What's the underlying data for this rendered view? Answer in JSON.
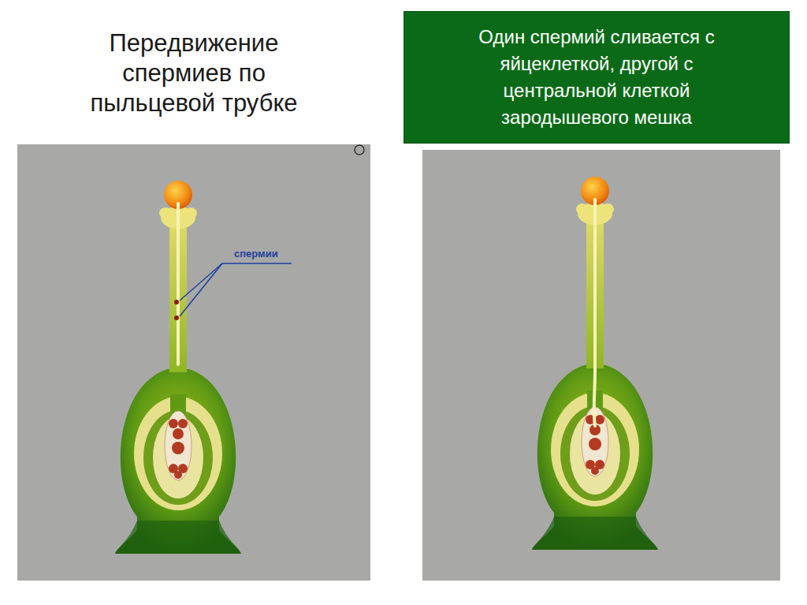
{
  "diagram": {
    "title": "Передвижение спермиев по пыльцевой трубке",
    "nodes": [
      {
        "text": [
          "Один спермий сливается с яйцеклеткой, другой с центральной клеткой зародышевого мешка"
        ]
      }
    ],
    "edges": [],
    "labels": [
      "спермии"
    ]
  }
}
